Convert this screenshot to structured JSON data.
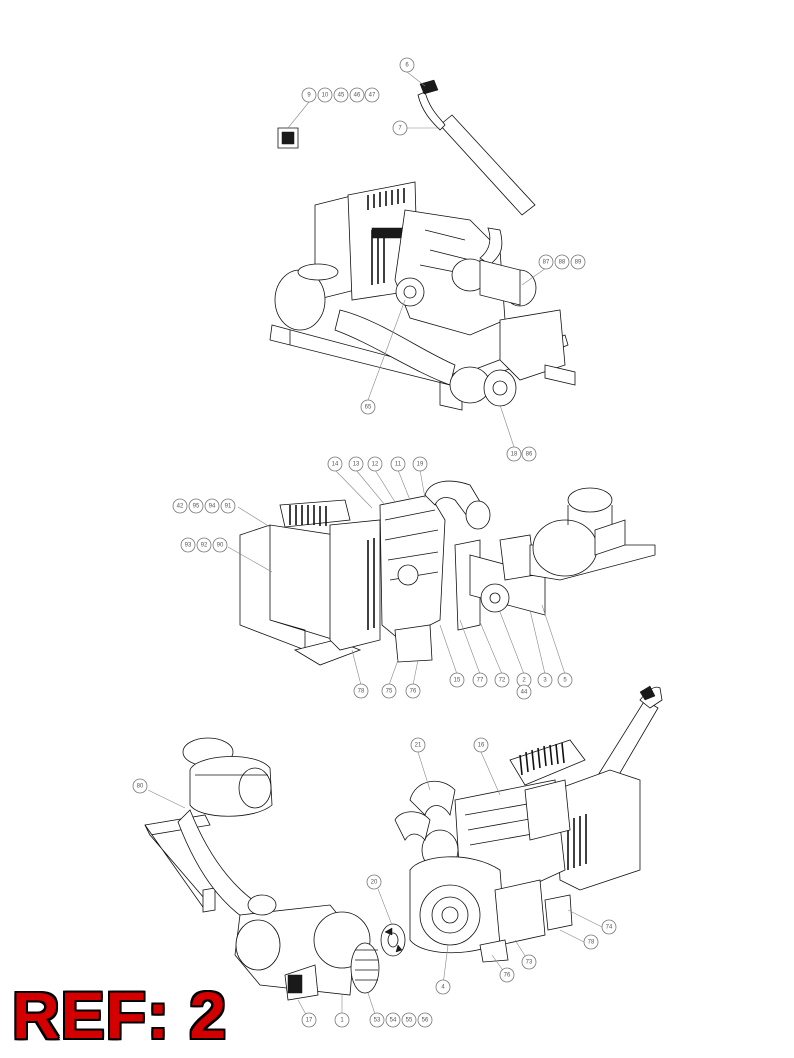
{
  "ref_label": "REF: 2",
  "views": [
    {
      "id": "top-view",
      "callouts": [
        "6",
        "7",
        "9",
        "10",
        "45",
        "46",
        "47",
        "87",
        "88",
        "89",
        "65",
        "18",
        "86"
      ]
    },
    {
      "id": "middle-view",
      "callouts": [
        "14",
        "13",
        "12",
        "11",
        "19",
        "42",
        "95",
        "94",
        "91",
        "93",
        "92",
        "90",
        "78",
        "75",
        "76",
        "15",
        "77",
        "72",
        "2",
        "44",
        "3",
        "5"
      ]
    },
    {
      "id": "bottom-view",
      "callouts": [
        "80",
        "21",
        "16",
        "20",
        "74",
        "78",
        "76",
        "73",
        "4",
        "17",
        "1",
        "53",
        "54",
        "55",
        "56"
      ]
    }
  ],
  "colors": {
    "ref_text": "#d40000",
    "ref_outline": "#000000",
    "line": "#111111"
  }
}
